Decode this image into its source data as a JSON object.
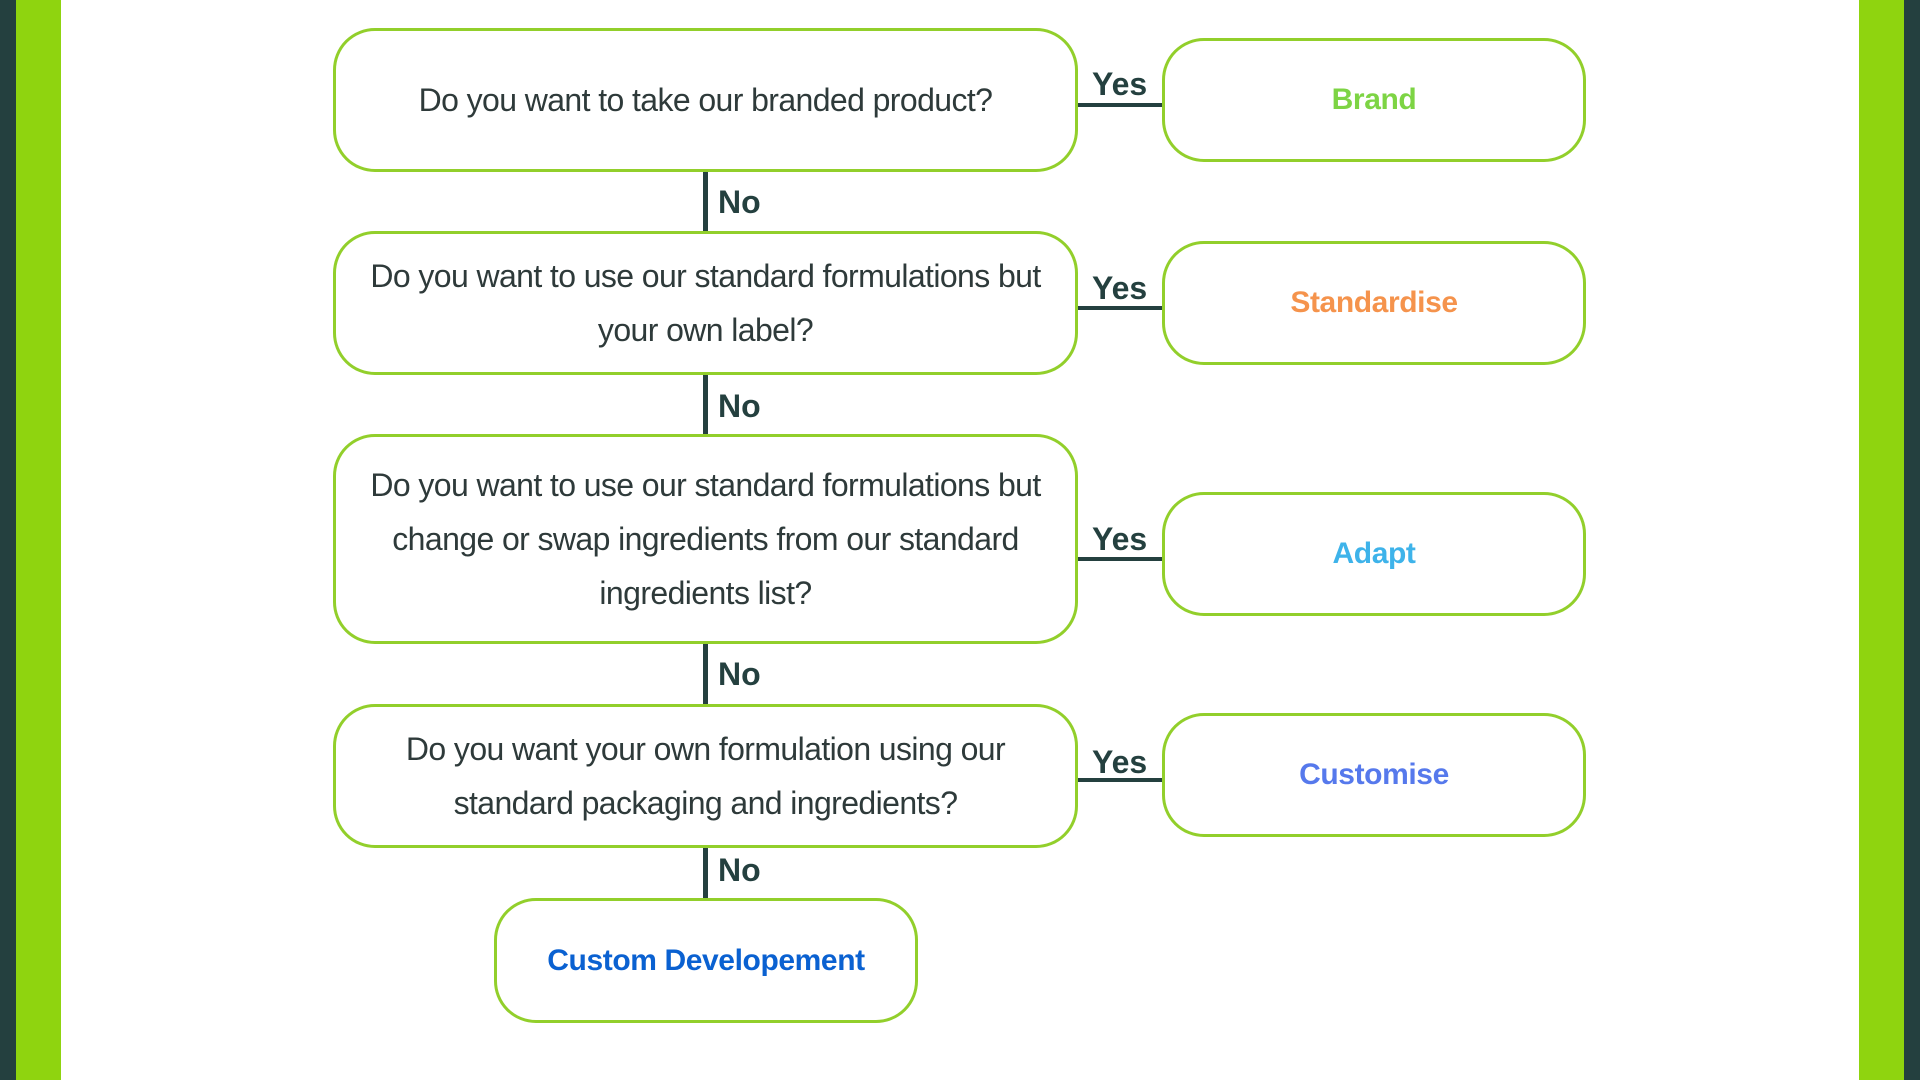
{
  "questions": [
    "Do you want to take our branded product?",
    "Do you want to use our standard formulations but your own label?",
    "Do you want to use our standard formulations but change or swap ingredients from our standard ingredients list?",
    "Do you want your own formulation using our standard packaging and ingredients?"
  ],
  "outcomes": [
    {
      "label": "Brand",
      "color": "#7dd444"
    },
    {
      "label": "Standardise",
      "color": "#f5934c"
    },
    {
      "label": "Adapt",
      "color": "#3eb3ea"
    },
    {
      "label": "Customise",
      "color": "#5679ec"
    }
  ],
  "final_outcome": {
    "label": "Custom Developement",
    "color": "#0a61d1"
  },
  "edge_labels": {
    "yes": "Yes",
    "no": "No"
  },
  "colors": {
    "box_border": "#92cf2b",
    "line": "#24403f",
    "frame_green": "#8fd40f",
    "frame_dark": "#24403f"
  }
}
